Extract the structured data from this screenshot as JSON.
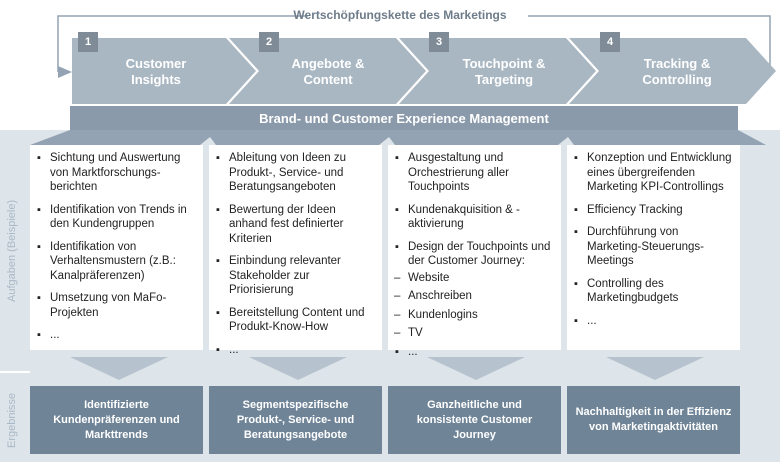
{
  "title": "Wertschöpfungskette des Marketings",
  "colors": {
    "band": "#dde4ea",
    "chevron": "#a9b7c3",
    "brand_bar": "#8a9aaa",
    "card_band": "#93a3b3",
    "result_box": "#6f8497",
    "side_label": "#a9b8c6",
    "number_box": "#7f8c98",
    "loop_line": "#93a3b3"
  },
  "steps": [
    {
      "number": "1",
      "label_line1": "Customer",
      "label_line2": "Insights"
    },
    {
      "number": "2",
      "label_line1": "Angebote &",
      "label_line2": "Content"
    },
    {
      "number": "3",
      "label_line1": "Touchpoint &",
      "label_line2": "Targeting"
    },
    {
      "number": "4",
      "label_line1": "Tracking &",
      "label_line2": "Controlling"
    }
  ],
  "brand_bar": "Brand- und Customer Experience Management",
  "side_labels": {
    "tasks": "Aufgaben (Beispiele)",
    "results": "Ergebnisse"
  },
  "columns": [
    {
      "items": [
        "Sichtung und Auswertung von Marktforschungs-berichten",
        "Identifikation von Trends in den Kundengruppen",
        "Identifikation von Verhaltensmustern (z.B.: Kanalpräferenzen)",
        "Umsetzung von MaFo-Projekten",
        "..."
      ],
      "result": "Identifizierte Kundenpräferenzen und Markttrends"
    },
    {
      "items": [
        "Ableitung von Ideen zu Produkt-, Service- und Beratungsangeboten",
        "Bewertung der Ideen anhand fest definierter Kriterien",
        "Einbindung relevanter Stakeholder zur Priorisierung",
        "Bereitstellung Content und Produkt-Know-How",
        "..."
      ],
      "result": "Segmentspezifische Produkt-, Service- und Beratungsangebote"
    },
    {
      "items": [
        "Ausgestaltung und Orchestrierung aller Touchpoints",
        "Kundenakquisition & -aktivierung",
        "Design der Touchpoints und der Customer Journey:"
      ],
      "subitems": [
        "Website",
        "Anschreiben",
        "Kundenlogins",
        "TV"
      ],
      "items_after": [
        "..."
      ],
      "result": "Ganzheitliche und konsistente Customer Journey"
    },
    {
      "items": [
        "Konzeption und Entwicklung eines übergreifenden Marketing KPI-Controllings",
        "Efficiency Tracking",
        "Durchführung von Marketing-Steuerungs-Meetings",
        "Controlling des Marketingbudgets",
        "..."
      ],
      "result": "Nachhaltigkeit in der Effizienz von Marketingaktivitäten"
    }
  ]
}
